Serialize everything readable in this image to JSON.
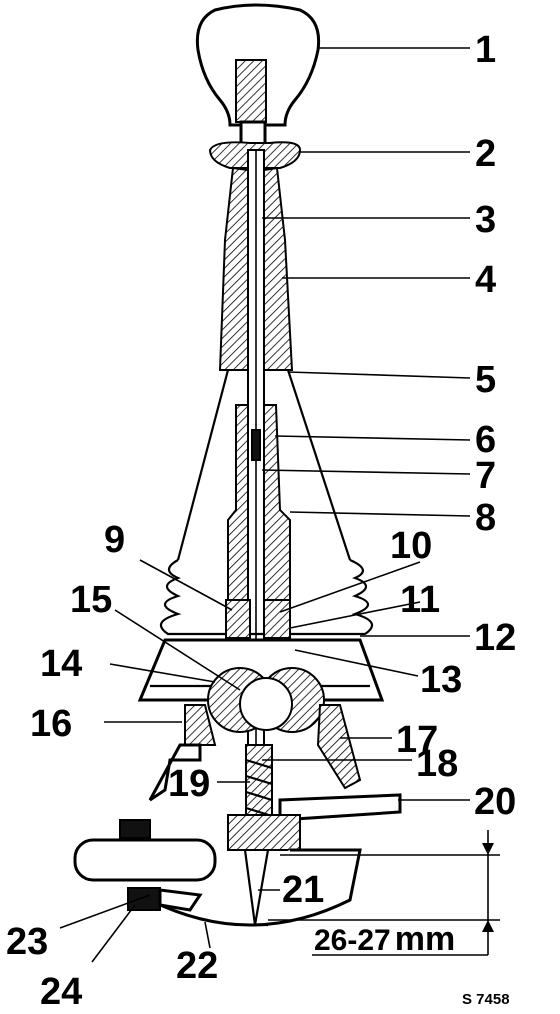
{
  "diagram": {
    "callouts": [
      {
        "id": "1",
        "text": "1"
      },
      {
        "id": "2",
        "text": "2"
      },
      {
        "id": "3",
        "text": "3"
      },
      {
        "id": "4",
        "text": "4"
      },
      {
        "id": "5",
        "text": "5"
      },
      {
        "id": "6",
        "text": "6"
      },
      {
        "id": "7",
        "text": "7"
      },
      {
        "id": "8",
        "text": "8"
      },
      {
        "id": "9",
        "text": "9"
      },
      {
        "id": "10",
        "text": "10"
      },
      {
        "id": "11",
        "text": "11"
      },
      {
        "id": "12",
        "text": "12"
      },
      {
        "id": "13",
        "text": "13"
      },
      {
        "id": "14",
        "text": "14"
      },
      {
        "id": "15",
        "text": "15"
      },
      {
        "id": "16",
        "text": "16"
      },
      {
        "id": "17",
        "text": "17"
      },
      {
        "id": "18",
        "text": "18"
      },
      {
        "id": "19",
        "text": "19"
      },
      {
        "id": "20",
        "text": "20"
      },
      {
        "id": "21",
        "text": "21"
      },
      {
        "id": "22",
        "text": "22"
      },
      {
        "id": "23",
        "text": "23"
      },
      {
        "id": "24",
        "text": "24"
      }
    ],
    "dimension": {
      "value": "26-27",
      "unit": "mm"
    },
    "reference": "S 7458"
  }
}
